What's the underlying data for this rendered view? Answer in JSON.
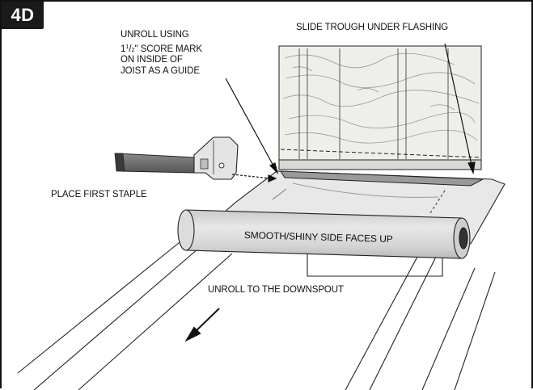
{
  "step": "4D",
  "callouts": {
    "unroll_guide": {
      "line1": "UNROLL USING",
      "line2_prefix": "1",
      "line2_num": "1",
      "line2_den": "2",
      "line2_suffix": "\" SCORE MARK",
      "line3": "ON INSIDE OF",
      "line4": "JOIST AS A GUIDE"
    },
    "slide_trough": "SLIDE TROUGH UNDER FLASHING",
    "place_staple": "PLACE FIRST STAPLE",
    "roll_label": "SMOOTH/SHINY SIDE FACES UP",
    "unroll_downspout": "UNROLL TO THE DOWNSPOUT"
  },
  "colors": {
    "badge": "#1a1a1a",
    "wall": "#eeeeea",
    "membrane": "#e6e6e6",
    "roll": "#d9d9d9",
    "stapler": "#6b6b6b",
    "line": "#222222"
  },
  "icons": [
    "stapler-icon",
    "arrow-icon"
  ]
}
